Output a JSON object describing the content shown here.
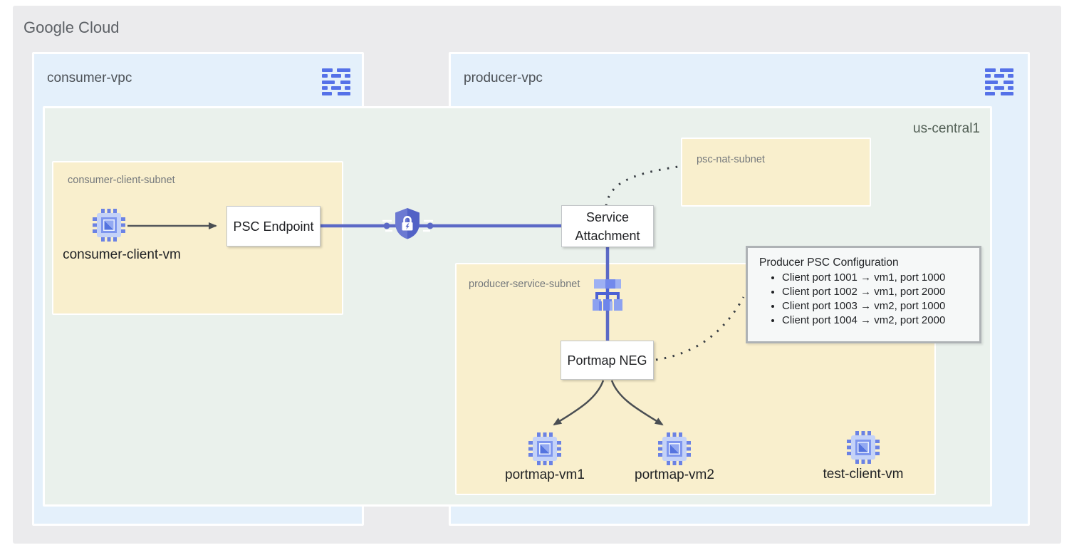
{
  "google_cloud_label": "Google Cloud",
  "consumer_vpc": {
    "label": "consumer-vpc"
  },
  "producer_vpc": {
    "label": "producer-vpc"
  },
  "region": {
    "label": "us-central1"
  },
  "subnets": {
    "consumer_client": {
      "label": "consumer-client-subnet"
    },
    "psc_nat": {
      "label": "psc-nat-subnet"
    },
    "producer_service": {
      "label": "producer-service-subnet"
    }
  },
  "nodes": {
    "psc_endpoint": {
      "label": "PSC Endpoint"
    },
    "service_attachment": {
      "line1": "Service",
      "line2": "Attachment"
    },
    "portmap_neg": {
      "label": "Portmap NEG"
    }
  },
  "vms": {
    "consumer_client": {
      "label": "consumer-client-vm"
    },
    "portmap_vm1": {
      "label": "portmap-vm1"
    },
    "portmap_vm2": {
      "label": "portmap-vm2"
    },
    "test_client": {
      "label": "test-client-vm"
    }
  },
  "config": {
    "title": "Producer PSC Configuration",
    "items": [
      "Client port 1001 → vm1, port 1000",
      "Client port 1002 → vm1, port 2000",
      "Client port 1003 → vm2, port 1000",
      "Client port 1004 → vm2, port 2000"
    ]
  },
  "icons": {
    "vpc_network": "vpc-network-icon",
    "vm_instance": "compute-vm-chip-icon",
    "load_balancer": "load-balancer-icon",
    "psc_security": "psc-shield-lock-icon"
  },
  "colors": {
    "panel_gray": "#ebebed",
    "vpc_blue": "#e4f0fb",
    "region_green": "#eaf1ec",
    "subnet_yellow": "#f9efcd",
    "connector_blue": "#5b69c6",
    "connector_gray": "#4a4e53",
    "icon_blue": "#6b82e4"
  }
}
